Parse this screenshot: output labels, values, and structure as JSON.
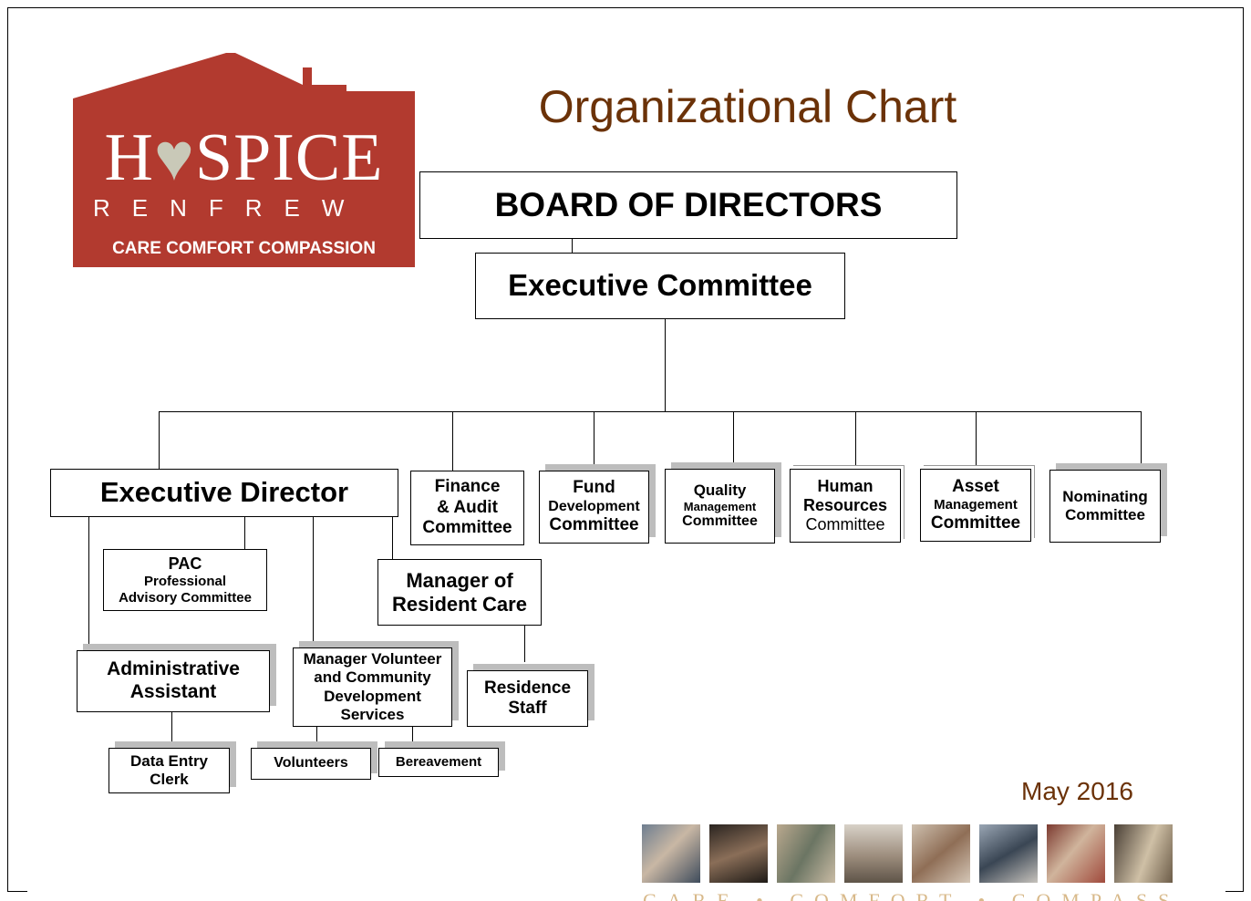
{
  "logo": {
    "word": "H♥SPICE",
    "sub": "RENFREW",
    "tagline": "CARE  COMFORT  COMPASSION",
    "colors": {
      "background": "#b23a2f",
      "heart": "#c9c9b8"
    }
  },
  "title": "Organizational Chart",
  "date": "May 2016",
  "colors": {
    "title": "#6b3208",
    "shadow": "#bdbdbd",
    "footer": "#d8b98a"
  },
  "nodes": {
    "board": "BOARD OF DIRECTORS",
    "executive_committee": "Executive Committee",
    "executive_director": "Executive Director",
    "finance": {
      "l1": "Finance",
      "l2": "& Audit",
      "l3": "Committee"
    },
    "fund": {
      "l1": "Fund",
      "l2": "Development",
      "l3": "Committee"
    },
    "quality": {
      "l1": "Quality",
      "l2": "Management",
      "l3": "Committee"
    },
    "hr": {
      "l1": "Human",
      "l2": "Resources",
      "l3": "Committee"
    },
    "asset": {
      "l1": "Asset",
      "l2": "Management",
      "l3": "Committee"
    },
    "nominating": {
      "l1": "Nominating",
      "l2": "Committee"
    },
    "pac": {
      "l1": "PAC",
      "l2": "Professional",
      "l3": "Advisory Committee"
    },
    "manager_resident": {
      "l1": "Manager of",
      "l2": "Resident Care"
    },
    "admin": {
      "l1": "Administrative",
      "l2": "Assistant"
    },
    "manager_volunteer": {
      "l1": "Manager Volunteer",
      "l2": "and Community",
      "l3": "Development",
      "l4": "Services"
    },
    "residence": {
      "l1": "Residence",
      "l2": "Staff"
    },
    "data_entry": {
      "l1": "Data Entry",
      "l2": "Clerk"
    },
    "volunteers": "Volunteers",
    "bereavement": "Bereavement"
  },
  "footer_tagline": "CARE  •  COMFORT  •  COMPASSION",
  "photos": [
    "caregiver-photo",
    "family-photo",
    "hands-photo",
    "elderly-man-photo",
    "held-hands-photo",
    "visit-photo",
    "embrace-photo",
    "window-photo"
  ]
}
